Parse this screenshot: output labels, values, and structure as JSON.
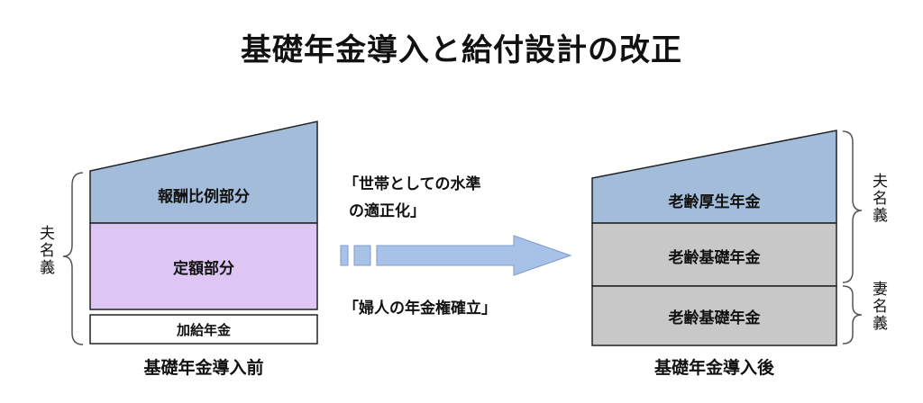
{
  "title": "基礎年金導入と給付設計の改正",
  "before": {
    "caption": "基礎年金導入前",
    "side_label": "夫名義",
    "blocks": [
      "報酬比例部分",
      "定額部分",
      "加給年金"
    ]
  },
  "after": {
    "caption": "基礎年金導入後",
    "side_label_top": "夫名義",
    "side_label_bottom": "妻名義",
    "blocks": [
      "老齢厚生年金",
      "老齢基礎年金",
      "老齢基礎年金"
    ]
  },
  "notes": {
    "top_line1": "「世帯としての水準",
    "top_line2": "の適正化」",
    "bottom": "「婦人の年金権確立」"
  },
  "colors": {
    "blue_block": "#a3bcd9",
    "purple_block": "#ddc6f3",
    "gray_block": "#c8c8c8",
    "arrow": "#a8c1e6",
    "outline": "#222222"
  }
}
